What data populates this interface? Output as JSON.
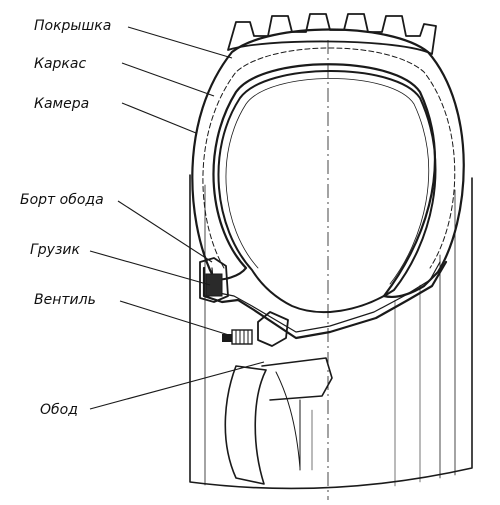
{
  "labels": {
    "tire": "Покрышка",
    "carcass": "Каркас",
    "tube": "Камера",
    "rim_flange": "Борт обода",
    "bead_weight": "Грузик",
    "valve": "Вентиль",
    "rim": "Обод"
  },
  "colors": {
    "ink": "#1a1a1a",
    "paper": "#ffffff",
    "tread_fill": "#8a8a8a"
  }
}
